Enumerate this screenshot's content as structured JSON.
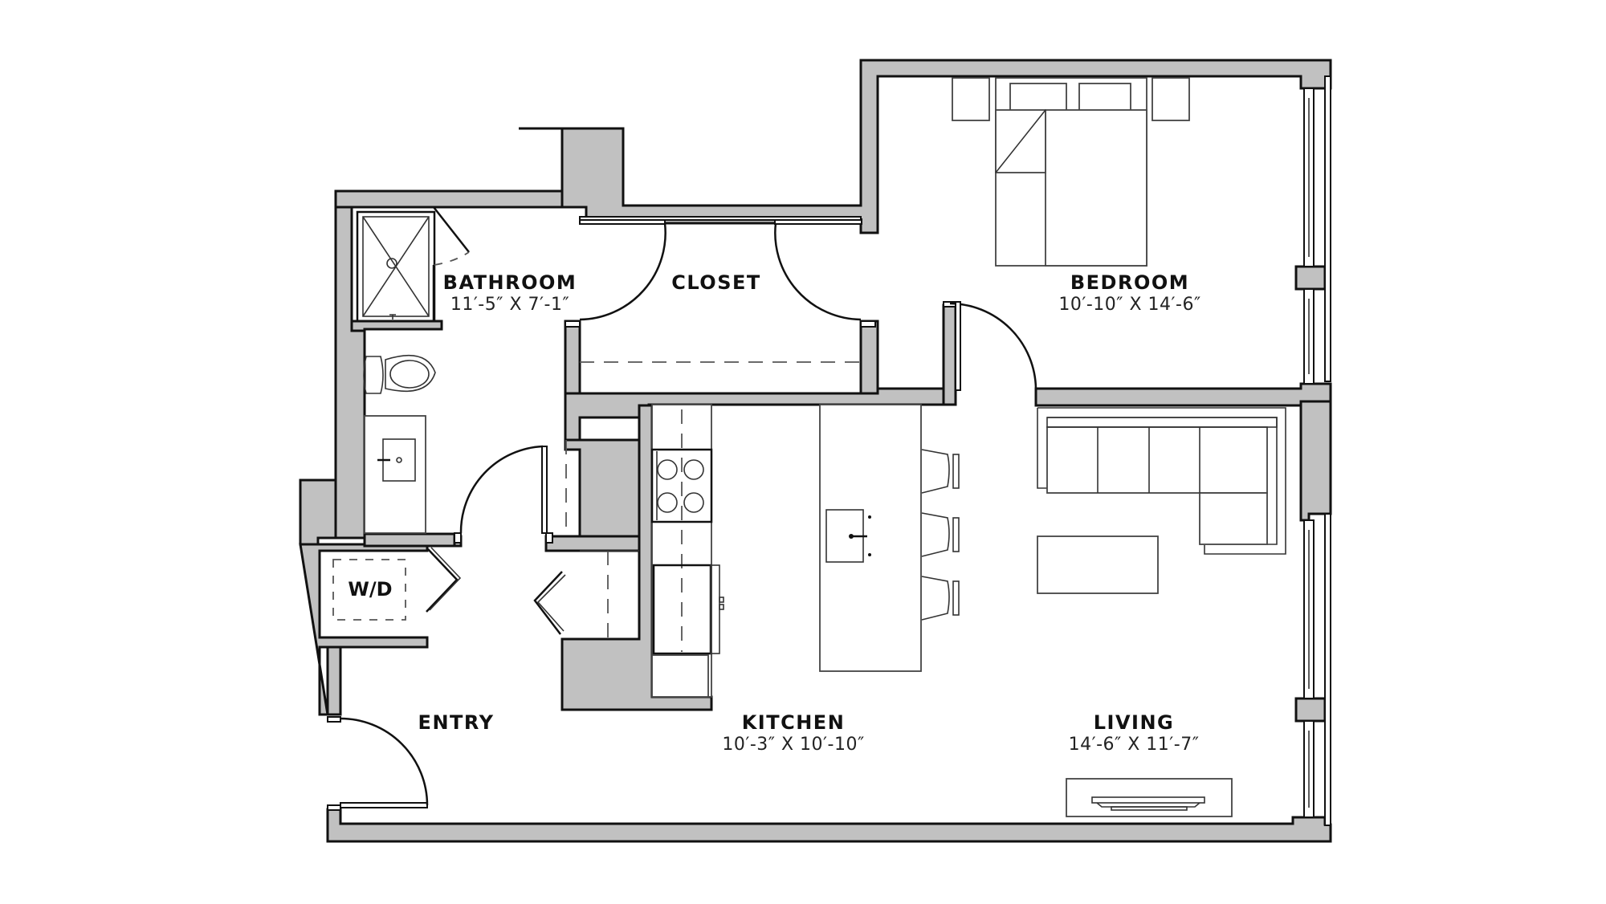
{
  "plan": {
    "type": "apartment-floor-plan",
    "colors": {
      "wall_fill": "#c1c1c1",
      "wall_stroke": "#111111",
      "background": "#ffffff",
      "text": "#111111"
    }
  },
  "rooms": {
    "bathroom": {
      "name": "BATHROOM",
      "dimensions": "11′-5″ X 7′-1″"
    },
    "closet": {
      "name": "CLOSET"
    },
    "bedroom": {
      "name": "BEDROOM",
      "dimensions": "10′-10″ X 14′-6″"
    },
    "entry": {
      "name": "ENTRY"
    },
    "kitchen": {
      "name": "KITCHEN",
      "dimensions": "10′-3″ X 10′-10″"
    },
    "living": {
      "name": "LIVING",
      "dimensions": "14′-6″ X 11′-7″"
    }
  },
  "fixtures": {
    "washer_dryer": {
      "label": "W/D"
    }
  }
}
